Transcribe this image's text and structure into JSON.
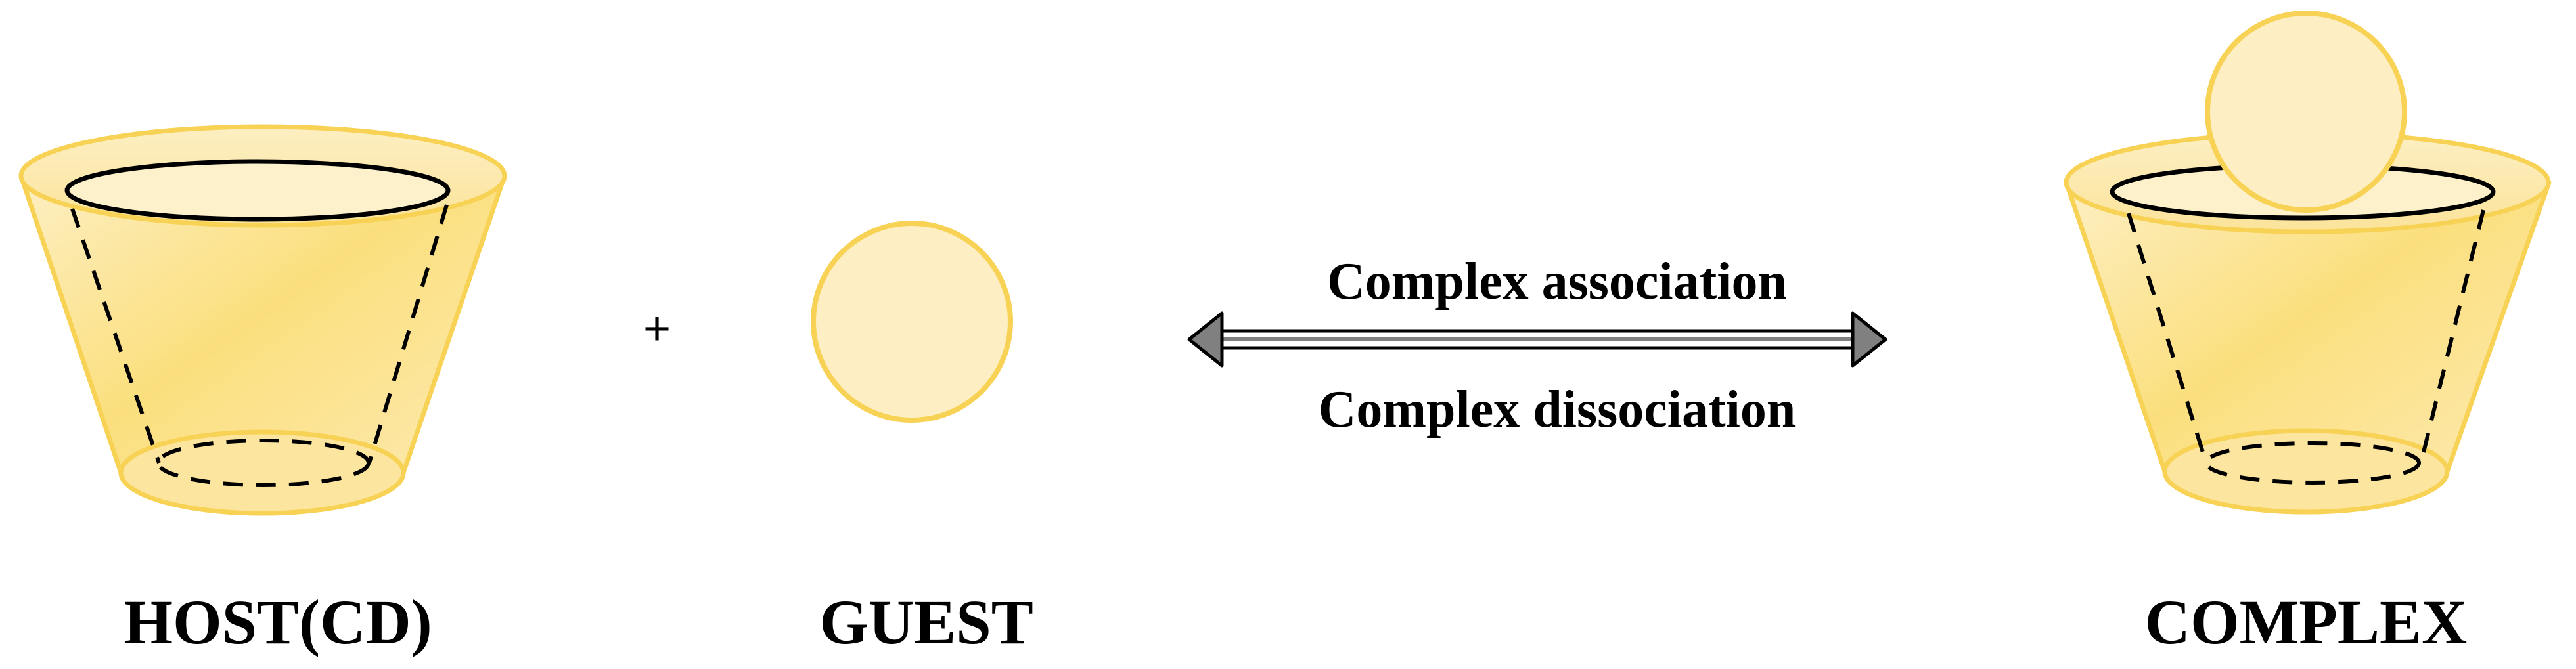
{
  "labels": {
    "host": "HOST(CD)",
    "guest": "GUEST",
    "complex": "COMPLEX",
    "plus": "+",
    "association": "Complex association",
    "dissociation": "Complex dissociation"
  },
  "colors": {
    "cone_fill": "#FBDF7E",
    "cone_stroke": "#F7D255",
    "guest_fill": "#FDEFC3",
    "arrow_gray": "#808080",
    "ink": "#000000"
  }
}
